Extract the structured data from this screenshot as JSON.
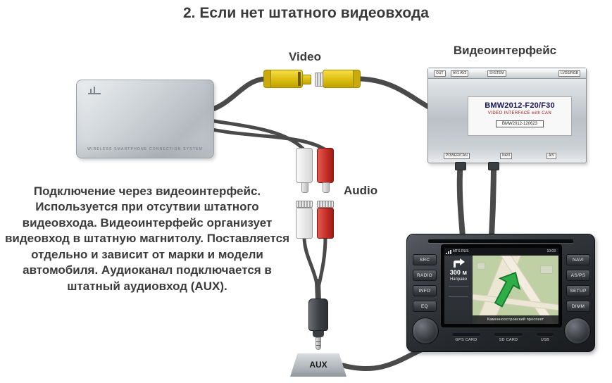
{
  "title": "2. Если нет штатного видеовхода",
  "labels": {
    "video": "Video",
    "interface": "Видеоинтерфейс",
    "audio": "Audio",
    "aux": "AUX"
  },
  "description": "Подключение через видеоинтерфейс. Используется при отсутвии штатного видеовхода. Видеоинтерфейс организует видеовход в штатную магнитолу. Поставляется отдельно и зависит от марки и модели автомобиля. Аудиоканал подключается в штатный аудиовход (AUX).",
  "wireless_device": {
    "print": "WIRELESS SMARTPHONE CONNECTION SYSTEM"
  },
  "interface_box": {
    "top_ports": [
      "OUT",
      "AV1 AV2",
      "SYSTEM",
      "LVDS/RGB"
    ],
    "label_model": "BMW2012-F20/F30",
    "label_subtitle": "VIDEO INTERFACE with CAN",
    "label_serial": "BMW2012-120623",
    "bottom_ports": [
      "POWER/CAN",
      "NAVI",
      "A/V"
    ]
  },
  "head_unit": {
    "left_buttons": [
      "SRC",
      "RADIO",
      "INFO",
      "EQ"
    ],
    "right_buttons": [
      "NAVI",
      "AS/PS",
      "SETUP",
      "DIMM"
    ],
    "bottom_labels": [
      "GPS CARD",
      "SD CARD",
      "USB"
    ],
    "screen": {
      "status_left": "MTS RUS",
      "status_right": "10:03",
      "distance": "300 м",
      "direction": "Направо",
      "street": "Каменноостровский проспект"
    }
  },
  "colors": {
    "cable": "#4a4a4a",
    "video_yellow": "#e3c51c",
    "audio_red": "#c8332b",
    "audio_white": "#efefef",
    "route_green": "#2fae47"
  }
}
